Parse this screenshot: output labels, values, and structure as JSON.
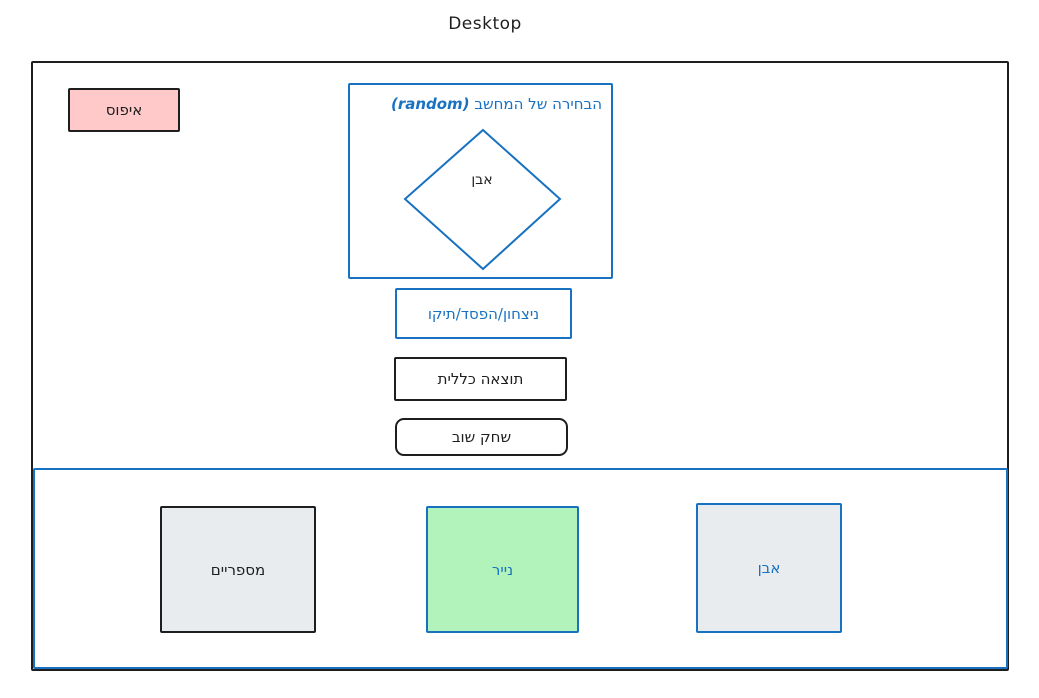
{
  "page": {
    "title": "Desktop"
  },
  "reset": {
    "label": "איפוס"
  },
  "computer": {
    "title_he": "הבחירה של המחשב",
    "title_en": "(random)",
    "choice": "אבן"
  },
  "result": {
    "status": "ניצחון/הפסד/תיקו"
  },
  "total": {
    "label": "תוצאה כללית"
  },
  "play_again": {
    "label": "שחק שוב"
  },
  "choices": {
    "scissors": "מספריים",
    "paper": "נייר",
    "rock": "אבן"
  },
  "colors": {
    "stroke": "#1e1e1e",
    "accent_blue": "#1971c2",
    "reset_fill": "#ffc9c9",
    "paper_fill": "#b2f2bb",
    "choice_fill": "#e9ecef"
  }
}
